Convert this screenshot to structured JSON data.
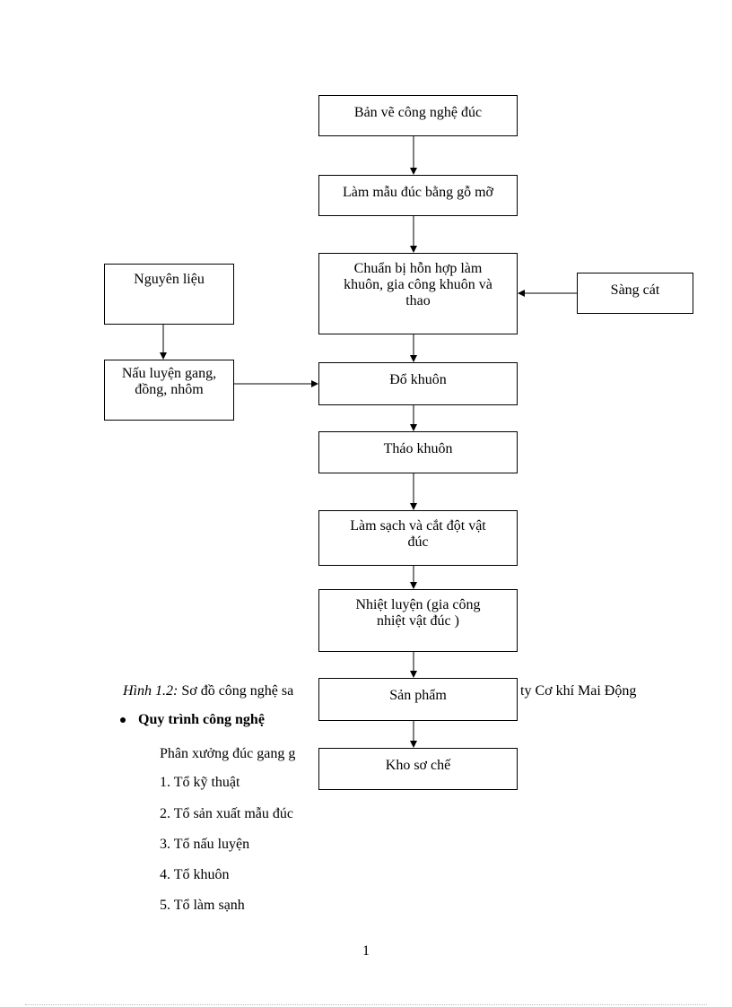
{
  "flowchart": {
    "ban_ve": "Bản vẽ công nghệ đúc",
    "lam_mau": "Làm mẫu đúc bằng gỗ mỡ",
    "chuan_bi_l1": "Chuẩn bị hỗn hợp làm",
    "chuan_bi_l2": "khuôn, gia công khuôn và",
    "chuan_bi_l3": "thao",
    "nguyen_lieu": "Nguyên liệu",
    "sang_cat": "Sàng cát",
    "nau_luyen_l1": "Nấu luyện gang,",
    "nau_luyen_l2": "đồng, nhôm",
    "do_khuon": "Đổ khuôn",
    "thao_khuon": "Tháo khuôn",
    "lam_sach_l1": "Làm sạch và cắt đột vật",
    "lam_sach_l2": "đúc",
    "nhiet_luyen_l1": "Nhiệt luyện (gia công",
    "nhiet_luyen_l2": "nhiệt vật đúc )",
    "san_pham": "Sản phẩm",
    "kho_so_che": "Kho sơ chế"
  },
  "caption": {
    "label": "Hình 1.2:",
    "text": " Sơ đồ công nghệ sa",
    "tail": "ty Cơ khí Mai Động"
  },
  "section": {
    "heading": "Quy trình công nghệ",
    "intro": "Phân xưởng đúc gang g",
    "items": [
      "1. Tổ kỹ thuật",
      "2. Tổ sản xuất mẫu đúc",
      "3. Tổ nấu luyện",
      "4. Tổ khuôn",
      "5. Tổ làm sạnh"
    ]
  },
  "page_number": "1"
}
